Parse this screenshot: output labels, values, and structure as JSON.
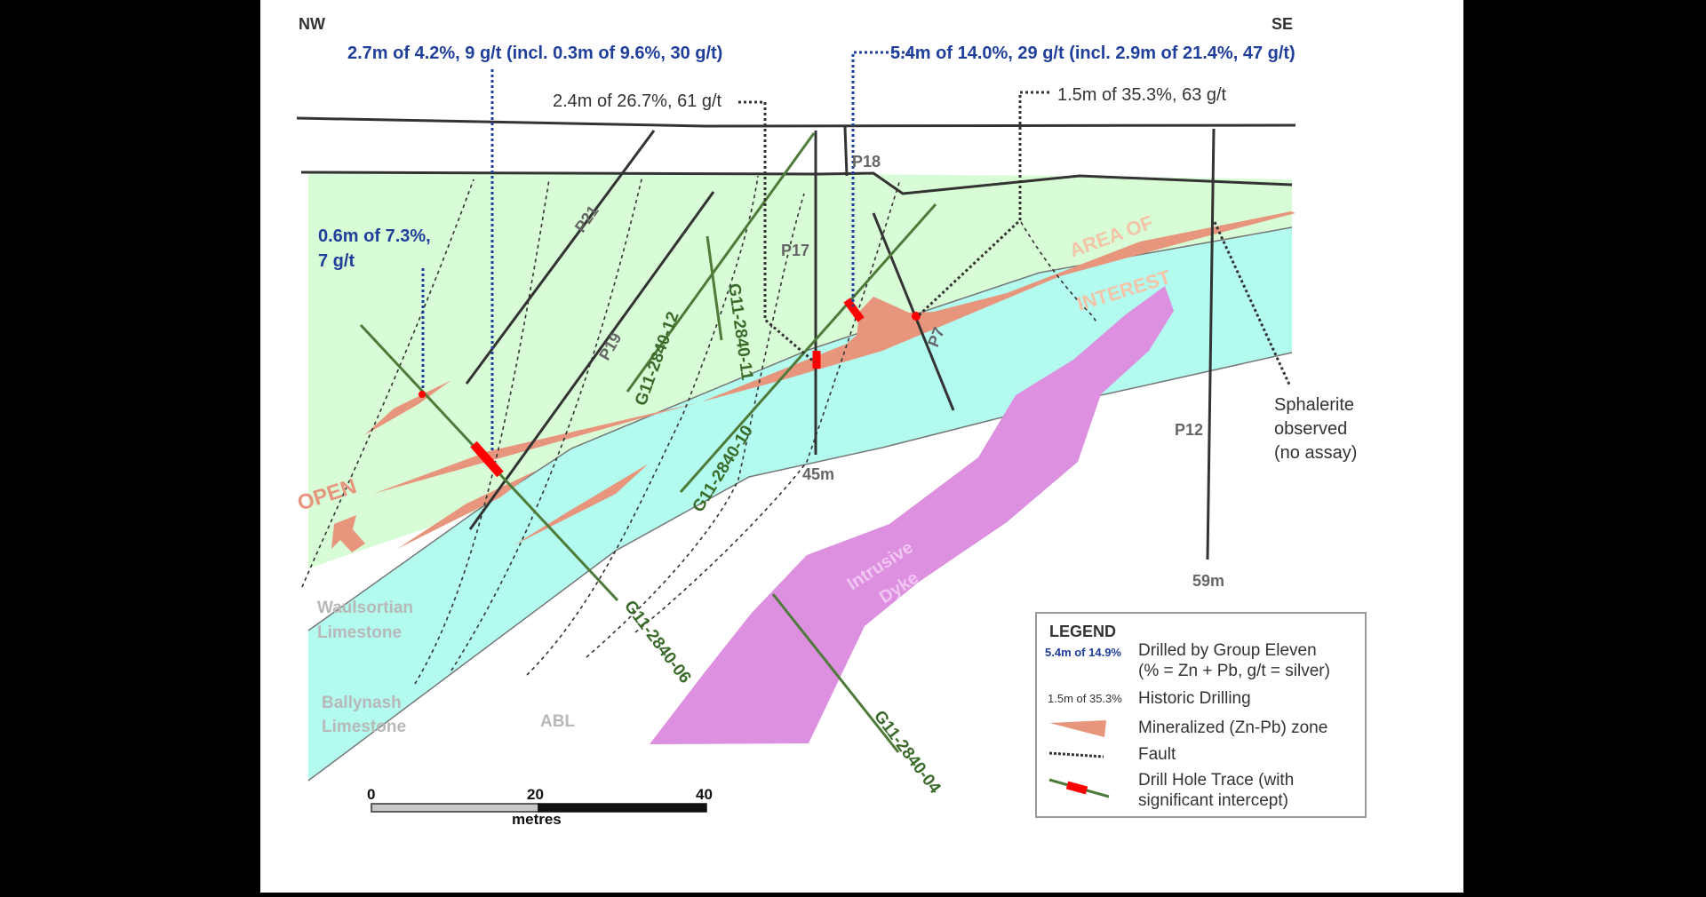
{
  "directions": {
    "left": "NW",
    "right": "SE"
  },
  "intercepts": {
    "g11_06": "2.7m of 4.2%, 9 g/t (incl. 0.3m of 9.6%, 30 g/t)",
    "g11_10": "5.4m of 14.0%, 29 g/t (incl. 2.9m of 21.4%, 47 g/t)",
    "p17": "2.4m of 26.7%, 61 g/t",
    "p7": "1.5m of 35.3%, 63 g/t",
    "small_line1": "0.6m of 7.3%,",
    "small_line2": "7 g/t"
  },
  "holes": {
    "p18": "P18",
    "p17": "P17",
    "p21": "P21",
    "p19": "P19",
    "p7": "P7",
    "p12": "P12",
    "g11_12": "G11-2840-12",
    "g11_11": "G11-2840-11",
    "g11_10": "G11-2840-10",
    "g11_06": "G11-2840-06",
    "g11_04": "G11-2840-04",
    "depth_p17": "45m",
    "depth_p12": "59m"
  },
  "zones": {
    "area_of_interest_1": "AREA OF",
    "area_of_interest_2": "INTEREST",
    "open": "OPEN",
    "dyke_1": "Intrusive",
    "dyke_2": "Dyke",
    "waulsortian_1": "Waulsortian",
    "waulsortian_2": "Limestone",
    "ballynash_1": "Ballynash",
    "ballynash_2": "Limestone",
    "abl": "ABL"
  },
  "sphalerite": {
    "line1": "Sphalerite",
    "line2": "observed",
    "line3": "(no assay)"
  },
  "scale": {
    "t0": "0",
    "t20": "20",
    "t40": "40",
    "unit": "metres"
  },
  "legend": {
    "title": "LEGEND",
    "g11_sample": "5.4m of 14.9%",
    "g11_desc1": "Drilled by Group Eleven",
    "g11_desc2": "(% = Zn + Pb, g/t = silver)",
    "hist_sample": "1.5m of 35.3%",
    "hist_desc": "Historic Drilling",
    "zone_desc": "Mineralized (Zn-Pb) zone",
    "fault_desc": "Fault",
    "trace_desc1": "Drill Hole Trace (with",
    "trace_desc2": "significant intercept)"
  },
  "colors": {
    "waulsortian": "#d8fdd6",
    "ballynash": "#b3fbee",
    "mineralized": "#e8957e",
    "dyke": "#dd8fe0",
    "intercept": "#ff0000",
    "g11_trace": "#4e7a3a",
    "blue_text": "#1f3f9a",
    "aoi_text": "#f3c4a8"
  }
}
